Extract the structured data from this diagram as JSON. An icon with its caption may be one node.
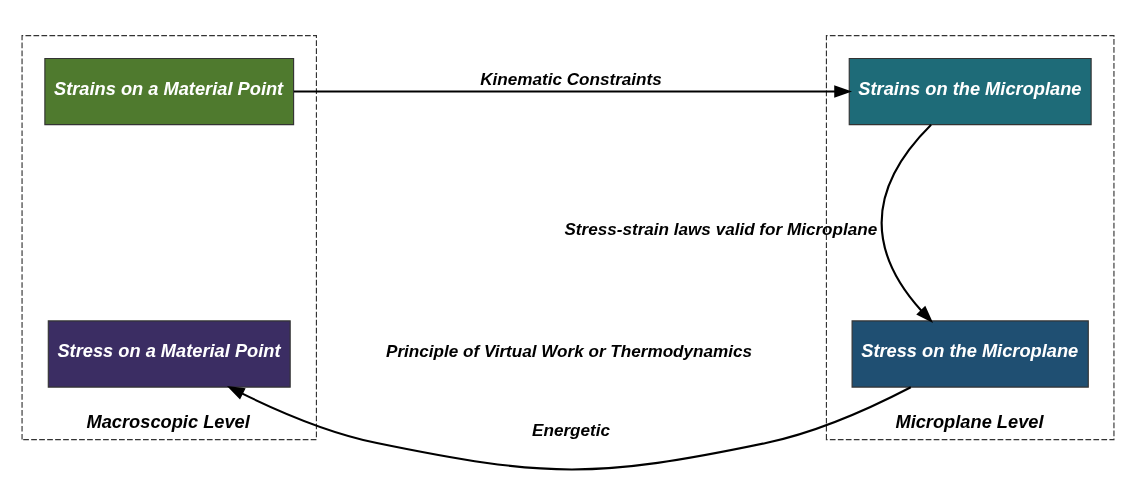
{
  "diagram": {
    "nodes": [
      {
        "text": [
          "Macroscopic Level"
        ]
      },
      {
        "text": [
          "Strains on a Material Point"
        ],
        "in": 0
      },
      {
        "text": [
          "Stress on a Material Point"
        ],
        "in": 0
      },
      {
        "text": [
          "Microplane Level"
        ]
      },
      {
        "text": [
          "Strains on the Microplane"
        ],
        "in": 3
      },
      {
        "text": [
          "Stress on the Microplane"
        ],
        "in": 3
      }
    ],
    "edges": [
      {
        "from": 1,
        "to": 4,
        "arrow": "to",
        "label": "Kinematic Constraints"
      },
      {
        "from": 4,
        "to": 5,
        "arrow": "to",
        "label": "Stress-strain laws valid for Microplane"
      },
      {
        "from": 5,
        "to": 2,
        "arrow": "to",
        "label": "Energetic"
      }
    ],
    "labels": [
      "Principle of Virtual Work or Thermodynamics"
    ]
  }
}
